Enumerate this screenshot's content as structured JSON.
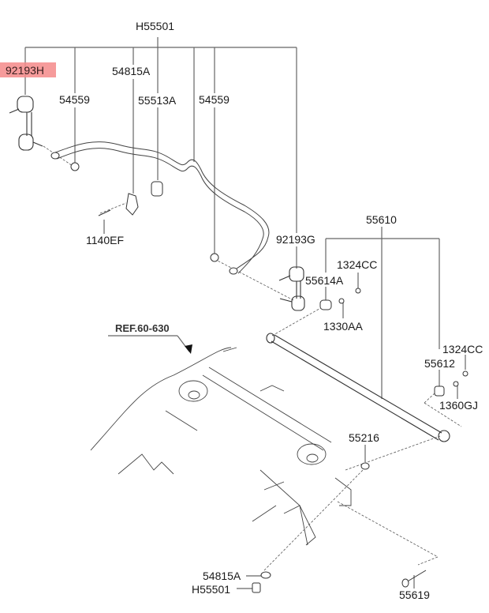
{
  "diagram": {
    "title": "Rear stabilizer bar and lateral rod assembly",
    "highlighted_part": "92193H",
    "highlight_color": "#f58a8a",
    "line_color": "#555555",
    "reference": "REF.60-630",
    "labels": {
      "h55501_top": "H55501",
      "p92193h": "92193H",
      "p54815a_top": "54815A",
      "p54559_left": "54559",
      "p55513a": "55513A",
      "p54559_right": "54559",
      "p1140ef": "1140EF",
      "p92193g": "92193G",
      "p55610": "55610",
      "p1324cc_top": "1324CC",
      "p55614a": "55614A",
      "p1330aa": "1330AA",
      "p1324cc_right": "1324CC",
      "p55612": "55612",
      "p1360gj": "1360GJ",
      "p55216": "55216",
      "p54815a_bottom": "54815A",
      "h55501_bottom": "H55501",
      "p55619": "55619"
    }
  }
}
